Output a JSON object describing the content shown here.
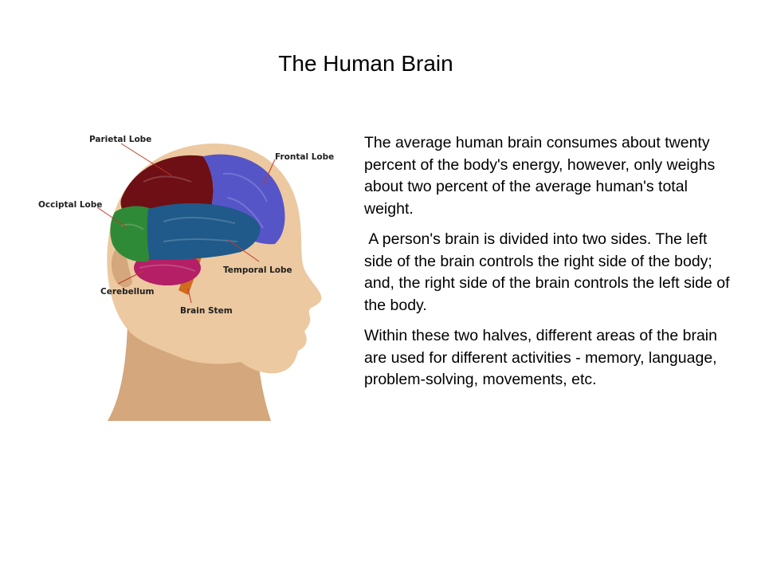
{
  "slide": {
    "title": "The Human Brain",
    "paragraphs": [
      "The average human brain consumes about twenty percent of the body's energy, however, only weighs about two percent of the average human's total weight.",
      " A person's brain is divided into two sides. The left side of the brain controls the right side of the body; and, the right side of the brain controls the left side of the body.",
      "Within these two halves, different areas of the brain are used for different activities - memory, language, problem-solving, movements, etc."
    ]
  },
  "figure": {
    "labels": {
      "parietal": "Parietal Lobe",
      "frontal": "Frontal Lobe",
      "occipital": "Occiptal Lobe",
      "temporal": "Temporal Lobe",
      "cerebellum": "Cerebellum",
      "brain_stem": "Brain Stem"
    },
    "colors": {
      "skin": "#ecc9a0",
      "skin_shadow": "#d4a77c",
      "parietal": "#6e0f15",
      "frontal": "#5555c8",
      "occipital": "#2e8a36",
      "temporal": "#1f5a8a",
      "cerebellum": "#b41f66",
      "brain_stem": "#d06a1d",
      "pointer": "#c0392b"
    }
  }
}
